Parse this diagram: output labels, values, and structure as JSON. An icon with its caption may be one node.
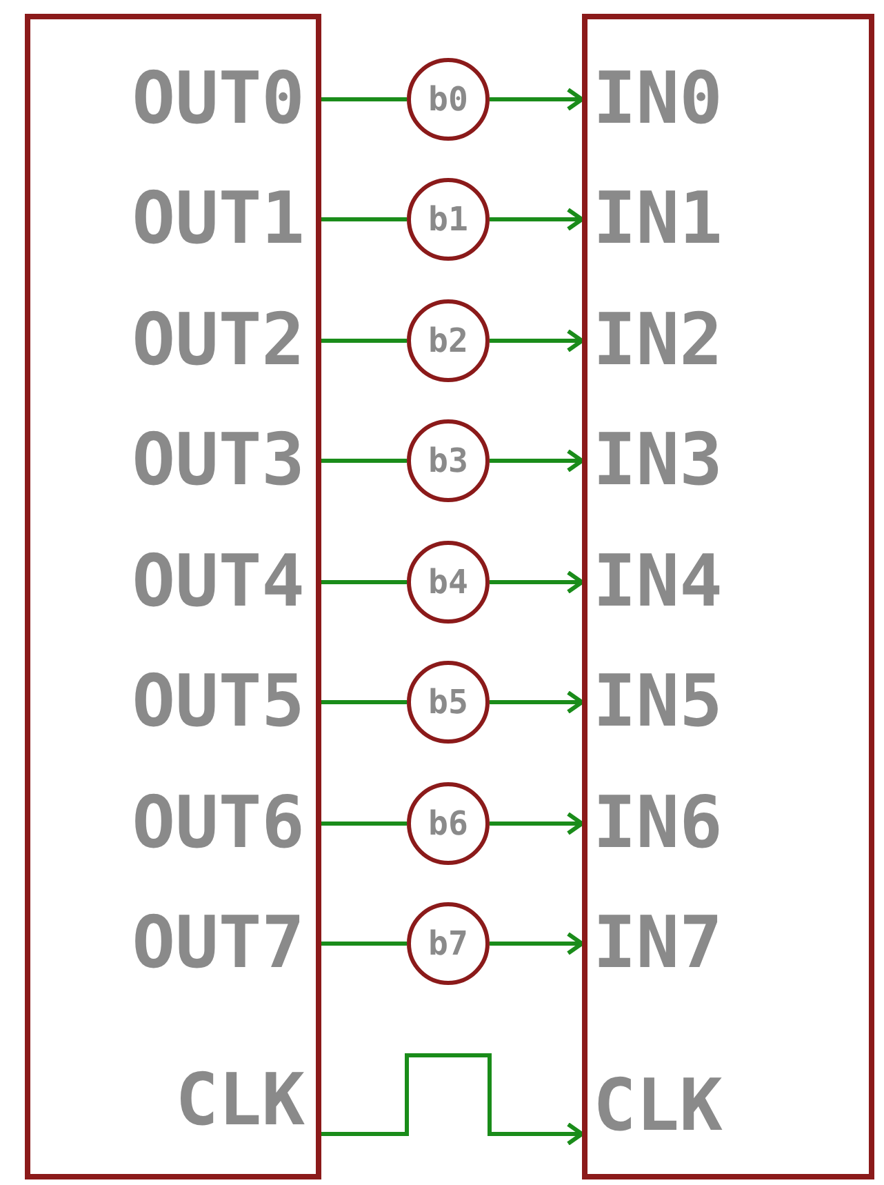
{
  "diagram": {
    "nodes": [
      {
        "text": [],
        "shape": "box"
      },
      {
        "text": [
          "OUT0"
        ],
        "in": 0
      },
      {
        "text": [
          "OUT1"
        ],
        "in": 0
      },
      {
        "text": [
          "OUT2"
        ],
        "in": 0
      },
      {
        "text": [
          "OUT3"
        ],
        "in": 0
      },
      {
        "text": [
          "OUT4"
        ],
        "in": 0
      },
      {
        "text": [
          "OUT5"
        ],
        "in": 0
      },
      {
        "text": [
          "OUT6"
        ],
        "in": 0
      },
      {
        "text": [
          "OUT7"
        ],
        "in": 0
      },
      {
        "text": [
          "CLK"
        ],
        "in": 0
      },
      {
        "text": [],
        "shape": "box"
      },
      {
        "text": [
          "IN0"
        ],
        "in": 10
      },
      {
        "text": [
          "IN1"
        ],
        "in": 10
      },
      {
        "text": [
          "IN2"
        ],
        "in": 10
      },
      {
        "text": [
          "IN3"
        ],
        "in": 10
      },
      {
        "text": [
          "IN4"
        ],
        "in": 10
      },
      {
        "text": [
          "IN5"
        ],
        "in": 10
      },
      {
        "text": [
          "IN6"
        ],
        "in": 10
      },
      {
        "text": [
          "IN7"
        ],
        "in": 10
      },
      {
        "text": [
          "CLK"
        ],
        "in": 10
      },
      {
        "text": [
          "b0"
        ]
      },
      {
        "text": [
          "b1"
        ]
      },
      {
        "text": [
          "b2"
        ]
      },
      {
        "text": [
          "b3"
        ]
      },
      {
        "text": [
          "b4"
        ]
      },
      {
        "text": [
          "b5"
        ]
      },
      {
        "text": [
          "b6"
        ]
      },
      {
        "text": [
          "b7"
        ]
      }
    ],
    "edges": [
      {
        "from": 1,
        "to": 20,
        "arrow": "none"
      },
      {
        "from": 20,
        "to": 11,
        "arrow": "to"
      },
      {
        "from": 2,
        "to": 21,
        "arrow": "none"
      },
      {
        "from": 21,
        "to": 12,
        "arrow": "to"
      },
      {
        "from": 3,
        "to": 22,
        "arrow": "none"
      },
      {
        "from": 22,
        "to": 13,
        "arrow": "to"
      },
      {
        "from": 4,
        "to": 23,
        "arrow": "none"
      },
      {
        "from": 23,
        "to": 14,
        "arrow": "to"
      },
      {
        "from": 5,
        "to": 24,
        "arrow": "none"
      },
      {
        "from": 24,
        "to": 15,
        "arrow": "to"
      },
      {
        "from": 6,
        "to": 25,
        "arrow": "none"
      },
      {
        "from": 25,
        "to": 16,
        "arrow": "to"
      },
      {
        "from": 7,
        "to": 26,
        "arrow": "none"
      },
      {
        "from": 26,
        "to": 17,
        "arrow": "to"
      },
      {
        "from": 8,
        "to": 27,
        "arrow": "none"
      },
      {
        "from": 27,
        "to": 18,
        "arrow": "to"
      },
      {
        "from": 9,
        "to": 19,
        "arrow": "to"
      }
    ]
  }
}
